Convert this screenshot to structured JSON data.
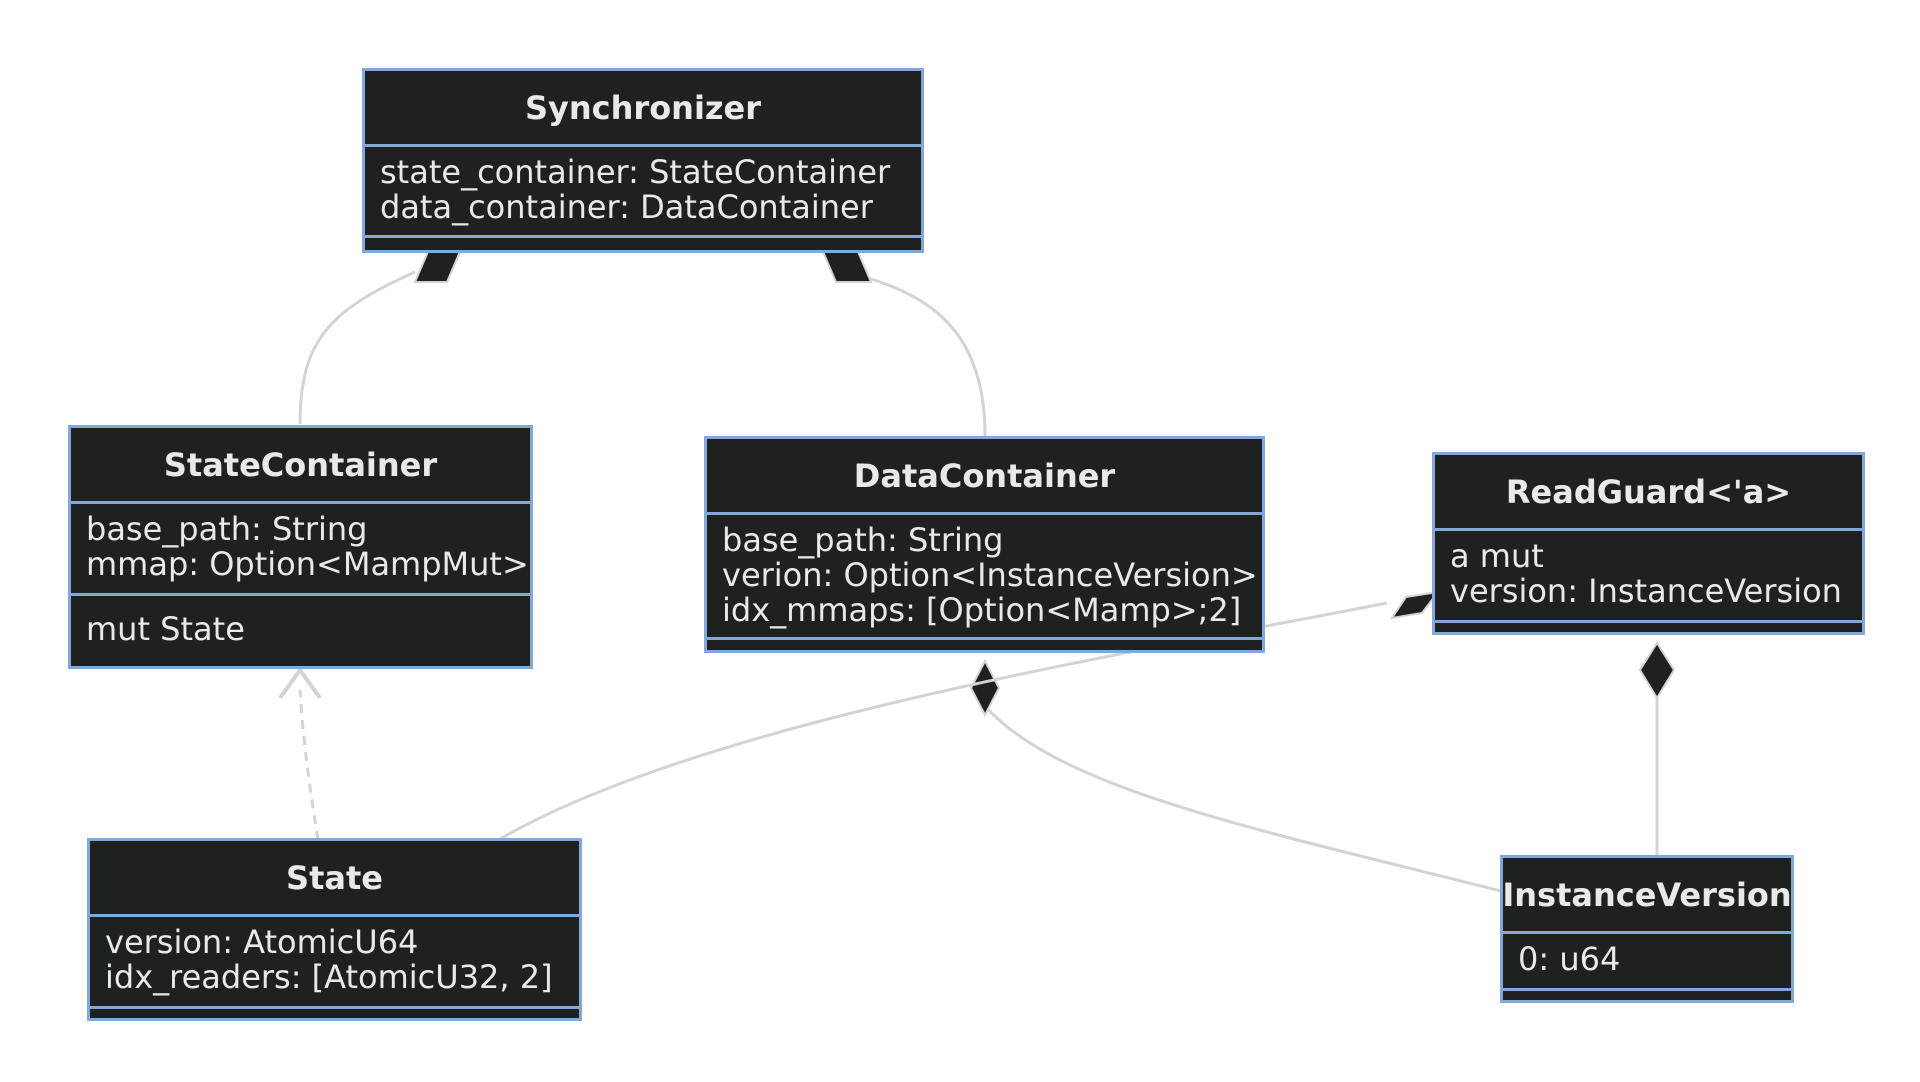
{
  "colors": {
    "box_fill": "#1f2020",
    "box_border": "#81a8d8",
    "box_text": "#e9e9e9",
    "link_line": "#d3d3d3",
    "diamond_fill": "#1f2020"
  },
  "classes": {
    "synchronizer": {
      "name": "Synchronizer",
      "attributes": [
        "state_container: StateContainer",
        "data_container: DataContainer"
      ],
      "methods": []
    },
    "state_container": {
      "name": "StateContainer",
      "attributes": [
        "base_path: String",
        "mmap: Option<MampMut>"
      ],
      "methods": [
        "mut State"
      ]
    },
    "data_container": {
      "name": "DataContainer",
      "attributes": [
        "base_path: String",
        "verion: Option<InstanceVersion>",
        "idx_mmaps: [Option<Mamp>;2]"
      ],
      "methods": []
    },
    "read_guard": {
      "name": "ReadGuard<'a>",
      "attributes": [
        "a mut",
        "version: InstanceVersion"
      ],
      "methods": []
    },
    "state": {
      "name": "State",
      "attributes": [
        "version: AtomicU64",
        "idx_readers: [AtomicU32, 2]"
      ],
      "methods": []
    },
    "instance_version": {
      "name": "InstanceVersion",
      "attributes": [
        "0: u64"
      ],
      "methods": []
    }
  }
}
